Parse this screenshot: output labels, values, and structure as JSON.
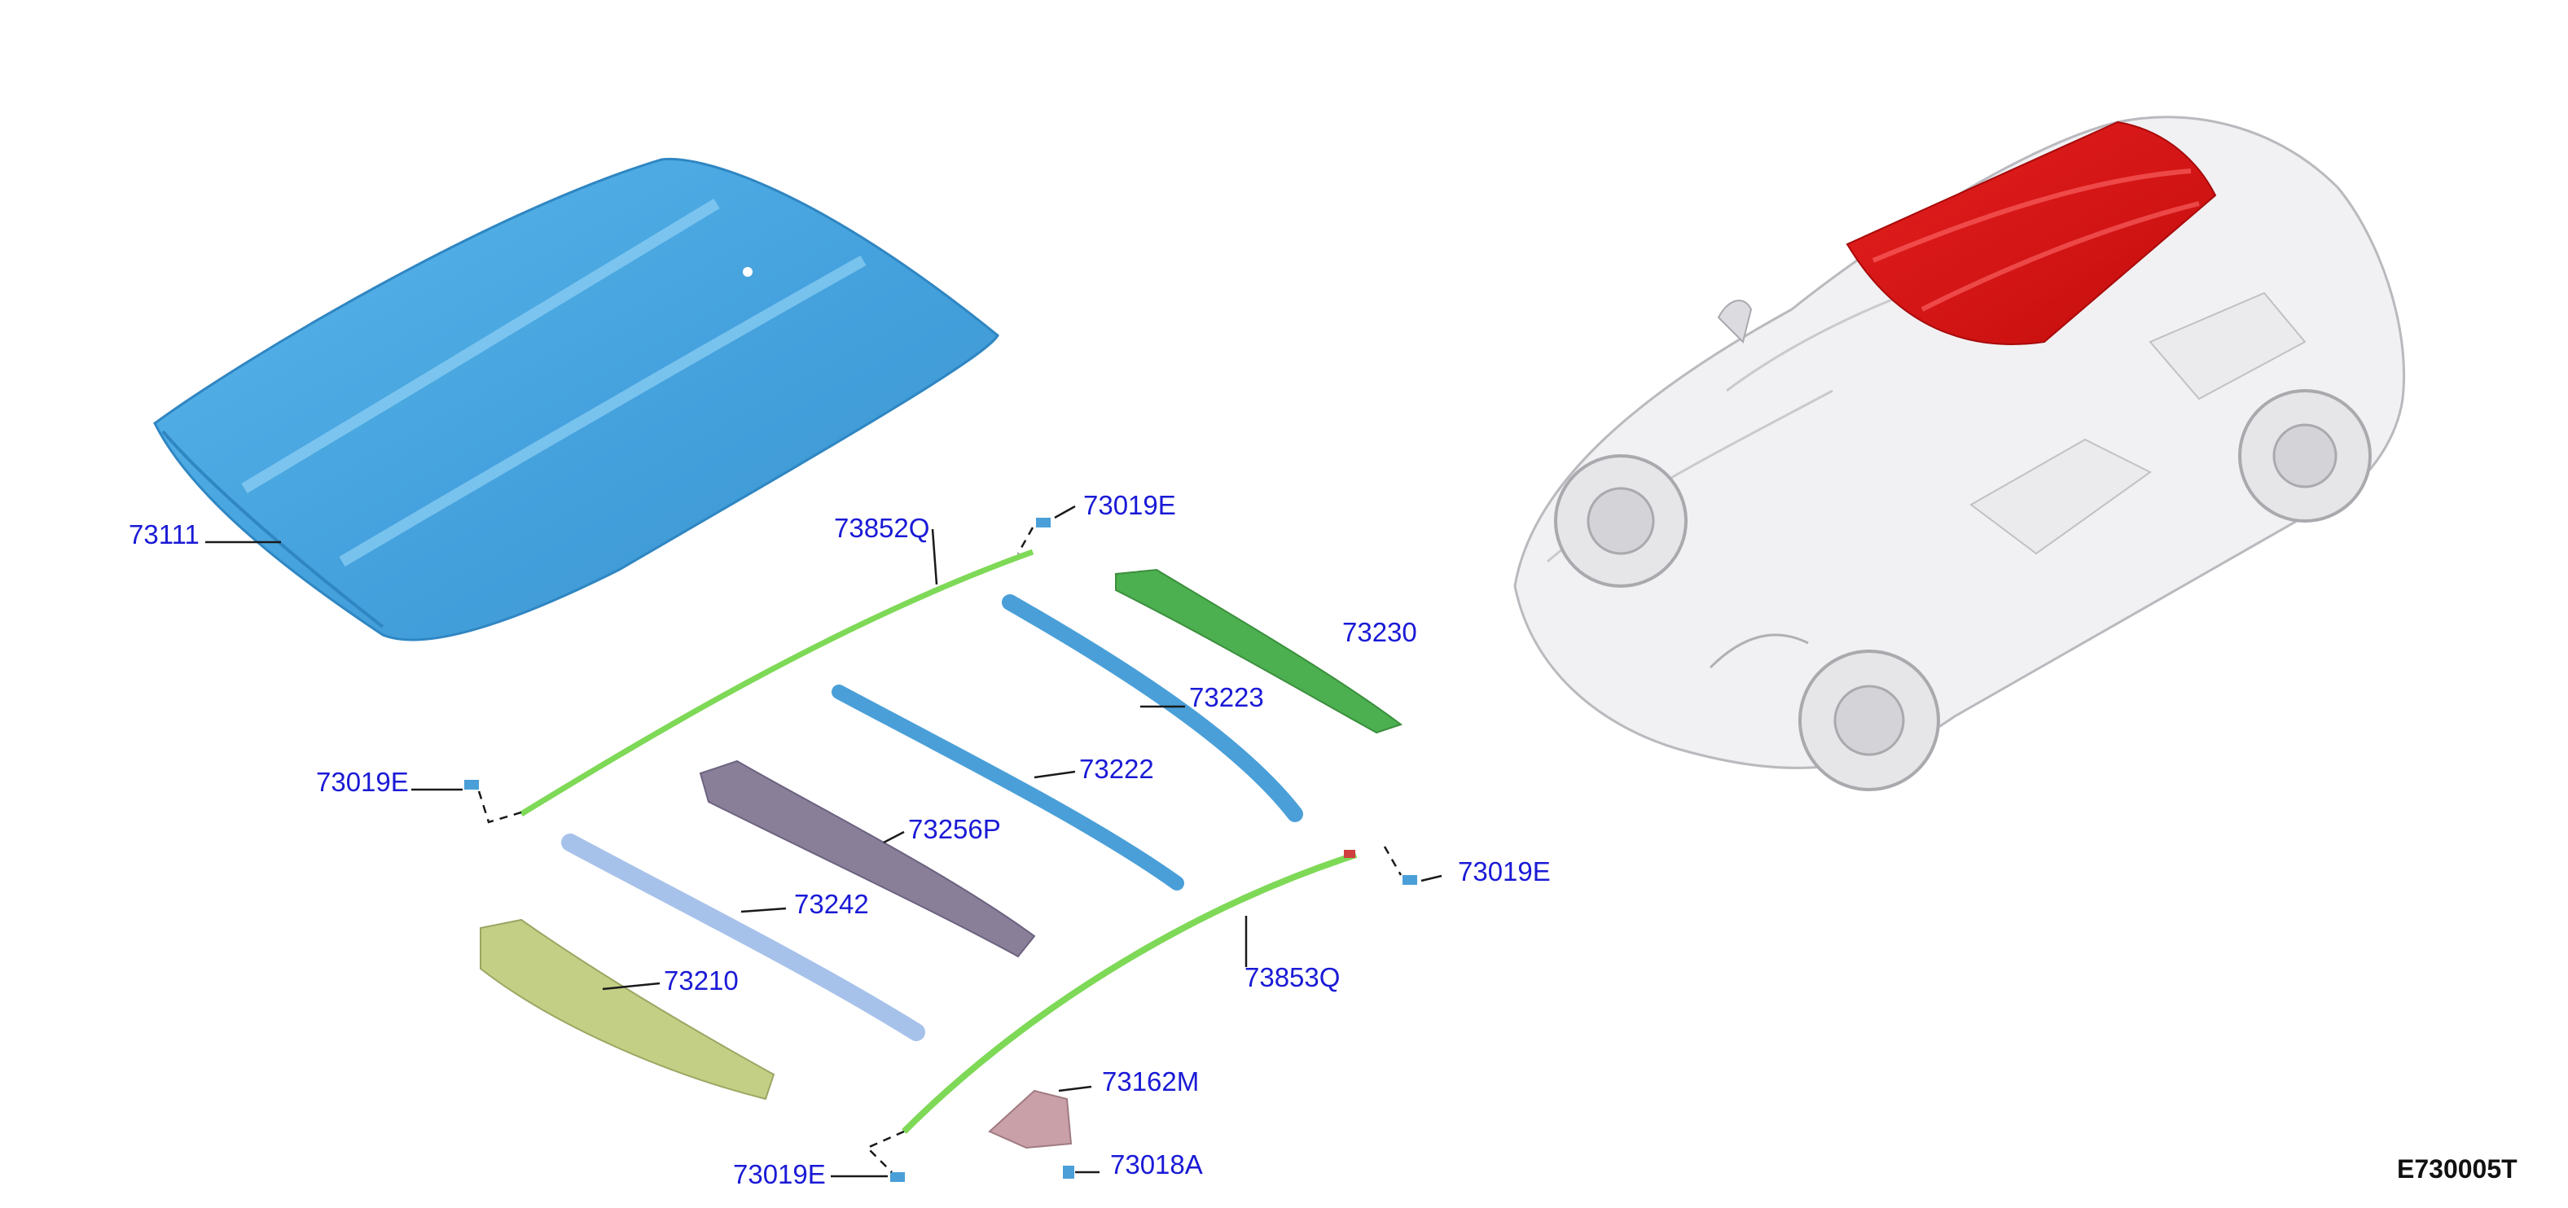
{
  "diagram": {
    "code": "E730005T",
    "colors": {
      "roof_panel": "#4aa6e0",
      "rail": "#7ed957",
      "bow": "#4a9fd8",
      "reinforcement": "#8a7f99",
      "front_header": "#c2cf85",
      "car_roof_highlight": "#e01010",
      "callout_text": "#1a1ad6"
    },
    "callouts": [
      {
        "id": "73111",
        "label": "73111"
      },
      {
        "id": "73852Q",
        "label": "73852Q"
      },
      {
        "id": "73019E_top",
        "label": "73019E"
      },
      {
        "id": "73230",
        "label": "73230"
      },
      {
        "id": "73223",
        "label": "73223"
      },
      {
        "id": "73222",
        "label": "73222"
      },
      {
        "id": "73019E_left",
        "label": "73019E"
      },
      {
        "id": "73256P",
        "label": "73256P"
      },
      {
        "id": "73019E_right",
        "label": "73019E"
      },
      {
        "id": "73242",
        "label": "73242"
      },
      {
        "id": "73210",
        "label": "73210"
      },
      {
        "id": "73853Q",
        "label": "73853Q"
      },
      {
        "id": "73162M",
        "label": "73162M"
      },
      {
        "id": "73018A",
        "label": "73018A"
      },
      {
        "id": "73019E_bottom",
        "label": "73019E"
      }
    ]
  }
}
